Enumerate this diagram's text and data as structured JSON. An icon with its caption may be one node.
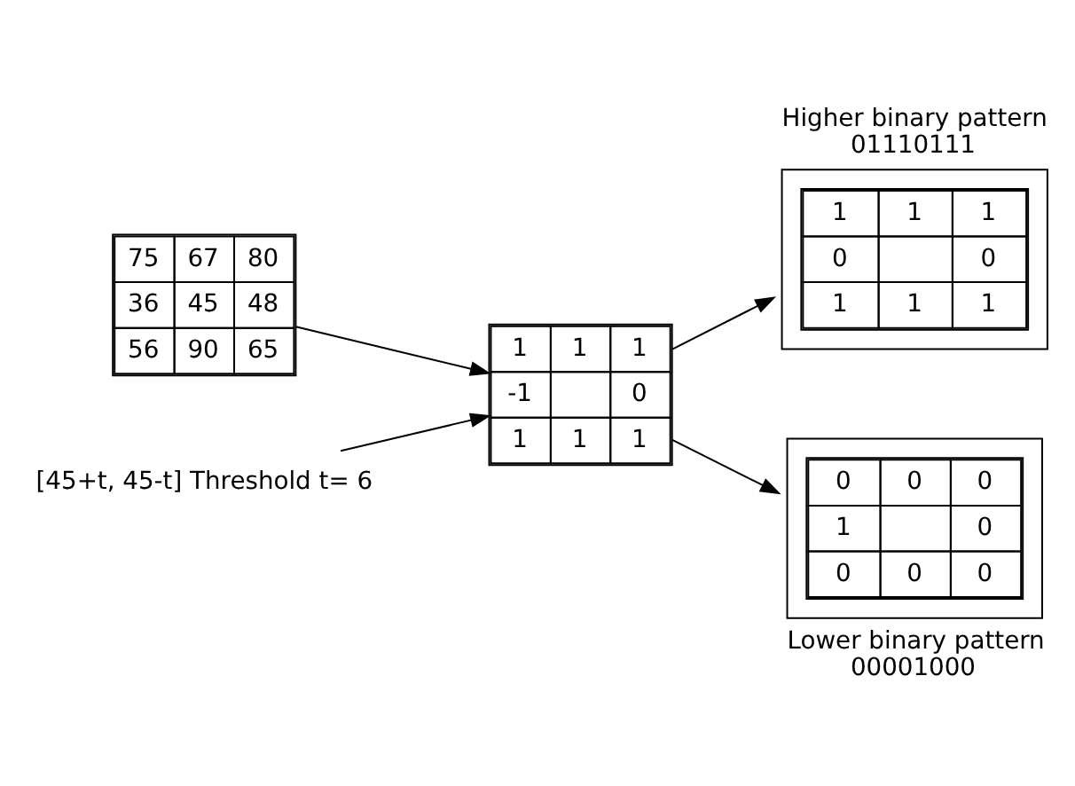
{
  "diagram": {
    "nodes": [
      {
        "text": [
          "75",
          "67",
          "80",
          "36",
          "45",
          "48",
          "56",
          "90",
          "65"
        ]
      },
      {
        "text": [
          "[45+t, 45-t] Threshold t= 6"
        ]
      },
      {
        "text": [
          "1",
          "1",
          "1",
          "-1",
          "0",
          "1",
          "1",
          "1"
        ]
      },
      {
        "text": [
          "1",
          "1",
          "1",
          "0",
          "0",
          "1",
          "1",
          "1"
        ],
        "beside": [
          "Higher binary pattern",
          "01110111"
        ]
      },
      {
        "text": [
          "0",
          "0",
          "0",
          "1",
          "0",
          "0",
          "0",
          "0"
        ],
        "beside": [
          "Lower binary pattern",
          "00001000"
        ]
      }
    ],
    "edges": [
      {
        "from": 0,
        "to": 2,
        "arrow": "to"
      },
      {
        "from": 1,
        "to": 2,
        "arrow": "to"
      },
      {
        "from": 2,
        "to": 3,
        "arrow": "to"
      },
      {
        "from": 2,
        "to": 4,
        "arrow": "to"
      }
    ]
  }
}
